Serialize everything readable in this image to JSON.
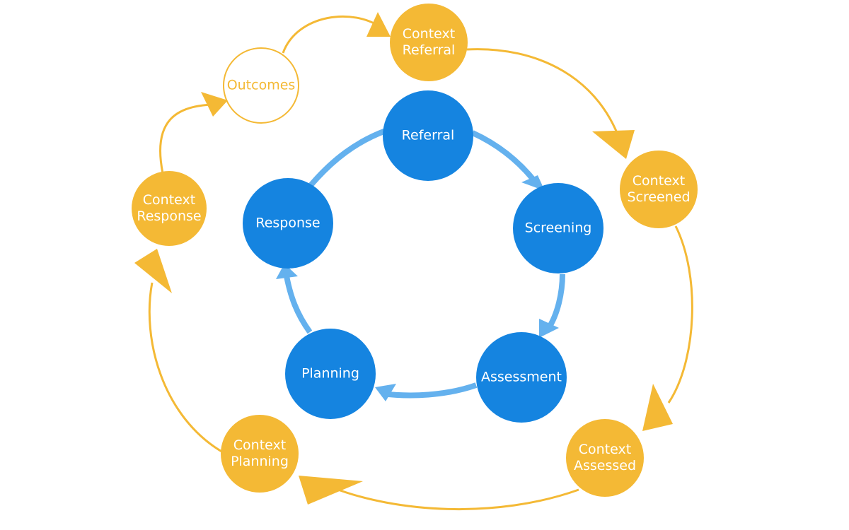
{
  "colors": {
    "inner_node": "#1584e0",
    "inner_arrow": "#64b1ee",
    "outer_node": "#f4b935",
    "outer_arrow": "#f4b935",
    "outcomes_text": "#f4b935",
    "node_text": "#ffffff",
    "background": "#ffffff"
  },
  "inner_cycle": {
    "nodes": [
      {
        "id": "referral",
        "label": "Referral"
      },
      {
        "id": "screening",
        "label": "Screening"
      },
      {
        "id": "assessment",
        "label": "Assessment"
      },
      {
        "id": "planning",
        "label": "Planning"
      },
      {
        "id": "response",
        "label": "Response"
      }
    ],
    "edges": [
      {
        "from": "referral",
        "to": "screening"
      },
      {
        "from": "screening",
        "to": "assessment"
      },
      {
        "from": "assessment",
        "to": "planning"
      },
      {
        "from": "planning",
        "to": "response"
      },
      {
        "from": "response",
        "to": "referral",
        "arrowhead": false
      }
    ]
  },
  "outer_cycle": {
    "nodes": [
      {
        "id": "context-referral",
        "lines": [
          "Context",
          "Referral"
        ]
      },
      {
        "id": "context-screened",
        "lines": [
          "Context",
          "Screened"
        ]
      },
      {
        "id": "context-assessed",
        "lines": [
          "Context",
          "Assessed"
        ]
      },
      {
        "id": "context-planning",
        "lines": [
          "Context",
          "Planning"
        ]
      },
      {
        "id": "context-response",
        "lines": [
          "Context",
          "Response"
        ]
      },
      {
        "id": "outcomes",
        "lines": [
          "Outcomes"
        ],
        "style": "outline"
      }
    ],
    "edges": [
      {
        "from": "context-referral",
        "to": "context-screened"
      },
      {
        "from": "context-screened",
        "to": "context-assessed"
      },
      {
        "from": "context-assessed",
        "to": "context-planning"
      },
      {
        "from": "context-planning",
        "to": "context-response"
      },
      {
        "from": "context-response",
        "to": "outcomes"
      },
      {
        "from": "outcomes",
        "to": "context-referral"
      }
    ]
  }
}
